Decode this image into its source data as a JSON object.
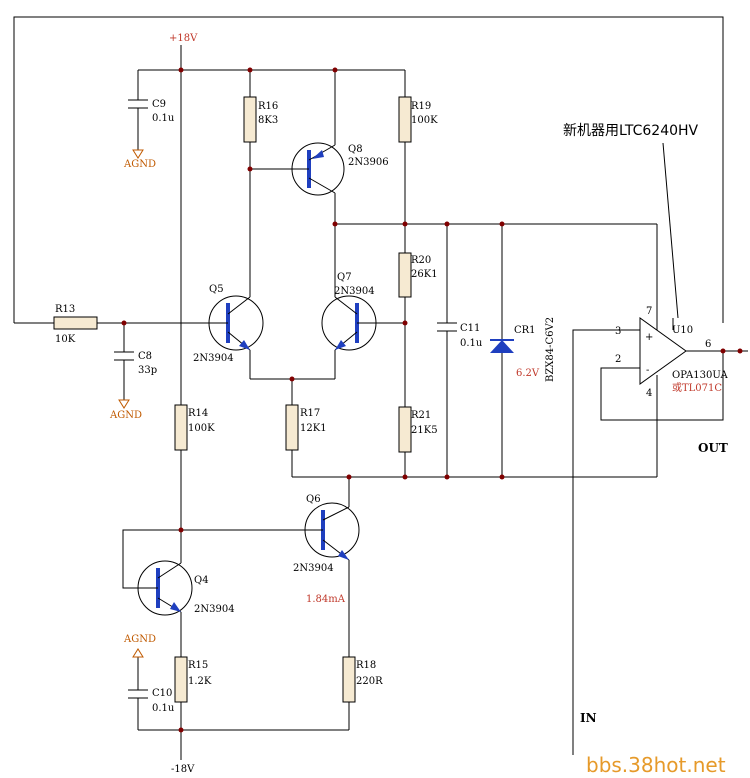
{
  "rails": {
    "positive": "+18V",
    "negative": "-18V"
  },
  "ground_label": "AGND",
  "components": {
    "C9": {
      "ref": "C9",
      "value": "0.1u"
    },
    "C8": {
      "ref": "C8",
      "value": "33p"
    },
    "C10": {
      "ref": "C10",
      "value": "0.1u"
    },
    "C11": {
      "ref": "C11",
      "value": "0.1u"
    },
    "R13": {
      "ref": "R13",
      "value": "10K"
    },
    "R14": {
      "ref": "R14",
      "value": "100K"
    },
    "R15": {
      "ref": "R15",
      "value": "1.2K"
    },
    "R16": {
      "ref": "R16",
      "value": "8K3"
    },
    "R17": {
      "ref": "R17",
      "value": "12K1"
    },
    "R18": {
      "ref": "R18",
      "value": "220R"
    },
    "R19": {
      "ref": "R19",
      "value": "100K"
    },
    "R20": {
      "ref": "R20",
      "value": "26K1"
    },
    "R21": {
      "ref": "R21",
      "value": "21K5"
    },
    "Q4": {
      "ref": "Q4",
      "value": "2N3904"
    },
    "Q5": {
      "ref": "Q5",
      "value": "2N3904"
    },
    "Q6": {
      "ref": "Q6",
      "value": "2N3904"
    },
    "Q7": {
      "ref": "Q7",
      "value": "2N3904"
    },
    "Q8": {
      "ref": "Q8",
      "value": "2N3906"
    },
    "CR1": {
      "ref": "CR1",
      "value": "6.2V",
      "part": "BZX84-C6V2"
    },
    "U10": {
      "ref": "U10",
      "value": "OPA130UA",
      "alt": "或TL071C"
    }
  },
  "pins": {
    "in_plus": "3",
    "in_minus": "2",
    "vpos": "7",
    "vneg": "4",
    "out": "6",
    "plus_sign": "+",
    "minus_sign": "-"
  },
  "annotations": {
    "current": "1.84mA",
    "new_machine_note": "新机器用LTC6240HV",
    "out_label": "OUT",
    "in_label": "IN",
    "watermark": "bbs.38hot.net"
  },
  "colors": {
    "wire": "#000000",
    "component_fill": "#f6ead2",
    "junction": "#800000",
    "gnd_text": "#c05a00",
    "value_red": "#c0392b",
    "zener": "#1f3fbf",
    "transistor_bar": "#1f3fbf",
    "watermark": "#e69a2a"
  }
}
